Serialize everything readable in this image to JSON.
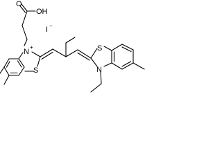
{
  "molecule": {
    "atoms": {
      "oxygen_carbonyl": "O",
      "hydroxyl": "OH",
      "iodide": "I",
      "iodide_charge": "−",
      "nitrogen_cation": "N",
      "nitrogen_charge": "+",
      "sulfur_left": "S",
      "sulfur_right": "S",
      "nitrogen_right": "N"
    }
  }
}
